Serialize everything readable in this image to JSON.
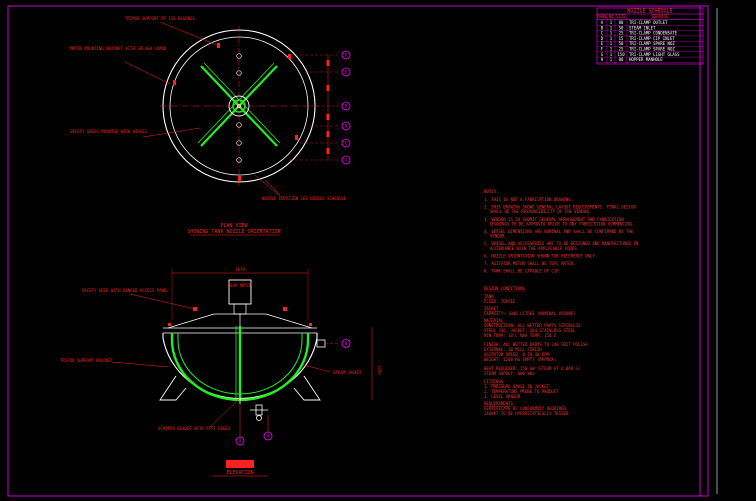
{
  "colors": {
    "background": "#000000",
    "annotation": "#ff2020",
    "outline": "#ffffff",
    "agitator": "#22ee22",
    "frame": "#ff00ff",
    "notes": "#ff3030"
  },
  "nozzle_schedule": {
    "title": "NOZZLE SCHEDULE",
    "headers": [
      "MARK",
      "NO",
      "SIZE",
      "SERVICE"
    ],
    "rows": [
      {
        "mark": "A",
        "no": "1",
        "size": "80",
        "service": "TRI-CLAMP OUTLET"
      },
      {
        "mark": "B",
        "no": "1",
        "size": "50",
        "service": "STEAM INLET"
      },
      {
        "mark": "C",
        "no": "1",
        "size": "25",
        "service": "TRI-CLAMP CONDENSATE"
      },
      {
        "mark": "D",
        "no": "1",
        "size": "15",
        "service": "TRI-CLAMP CIP INLET"
      },
      {
        "mark": "E",
        "no": "1",
        "size": "50",
        "service": "TRI-CLAMP SPARE NOZ"
      },
      {
        "mark": "F",
        "no": "1",
        "size": "25",
        "service": "TRI-CLAMP SPARE NOZ"
      },
      {
        "mark": "G",
        "no": "1",
        "size": "150",
        "service": "TRI-CLAMP LIGHT GLASS"
      },
      {
        "mark": "H",
        "no": "1",
        "size": "80",
        "service": "HOPPER MANHOLE"
      }
    ]
  },
  "plan_view": {
    "title": "PLAN VIEW",
    "subtitle": "SHOWING TANK NOZZLE ORIENTATION",
    "callouts": [
      "TRIPOD SUPPORT AT 120 DEGREES",
      "MOTOR MOUNTING BRACKET WITH SPLASH GUARD",
      "SAFETY GRIDS MOUNTED WITH HINGES",
      "NOZZLE LOCATION SEE NOZZLE SCHEDULE"
    ],
    "markers": [
      "F",
      "E",
      "D",
      "B",
      "C",
      "G"
    ]
  },
  "elevation": {
    "overall_dim": "1870",
    "height_dim": "1250",
    "callouts": {
      "motor": "GEAR MOTOR",
      "safety": "SAFETY GRID WITH HINGED ACCESS PANEL",
      "support": "TRIPOD SUPPORT BRACKET",
      "jacket": "STEAM JACKET",
      "scraper": "SCRAPER BLADES WITH PTFE EDGES"
    },
    "markers": [
      "A",
      "B",
      "H"
    ],
    "title": "ELEVATION"
  },
  "notes": {
    "heading": "NOTES:",
    "items": [
      "1. THIS IS NOT A FABRICATION DRAWING.",
      "2. THIS DRAWING SHOWS GENERAL LAYOUT REQUIREMENTS. FINAL DESIGN SHALL BE THE RESPONSIBILITY OF THE VENDOR.",
      "3. VENDOR IS TO SUBMIT GENERAL ARRANGEMENT AND FABRICATION DRAWINGS TO BE APPROVED PRIOR TO ANY FABRICATION COMMENCING.",
      "4. VESSEL DIMENSIONS ARE NOMINAL AND SHALL BE CONFIRMED BY THE VENDOR.",
      "5. VESSEL AND ACCESSORIES ARE TO BE DESIGNED AND MANUFACTURED IN ACCORDANCE WITH THE APPLICABLE CODES.",
      "6. NOZZLE ORIENTATION SHOWN FOR REFERENCE ONLY.",
      "7. AGITATOR MOTOR SHALL BE TEFC RATED.",
      "8. TANK SHALL BE CAPABLE OF CIP."
    ]
  },
  "design": {
    "heading": "DESIGN CONDITIONS",
    "tank_label": "TANK",
    "tank_lines": [
      "FLUID: TOFFEE"
    ],
    "jacket_label": "JACKET",
    "jacket_lines": [
      "CAPACITY: 1000 LITRES (NOMINAL VOLUME)"
    ],
    "material_label": "MATERIAL",
    "material_lines": [
      "CONSTRUCTION: ALL WETTED PARTS STAINLESS",
      "STEEL 316. JACKET: 304 STAINLESS STEEL",
      "MIN TEMP: 10 C   MAX TEMP: 150 C"
    ],
    "finish_lines": [
      "FINISH: ALL WETTED PARTS TO 240 GRIT POLISH",
      "EXTERNAL: 2B MILL FINISH",
      "AGITATOR SPEED: 0 TO 40 RPM",
      "WEIGHT: 1200 KG EMPTY (APPROX)"
    ],
    "heat_line": "HEAT REQUIRED: 150 kW (STEAM AT 6 BAR G)",
    "steam_line": "STEAM SUPPLY: 600 kPa",
    "fittings_label": "FITTINGS",
    "fittings_lines": [
      "1. PRESSURE GAUGE TO JACKET",
      "2. TEMPERATURE PROBE TO PRODUCT",
      "3. LEVEL SENSOR"
    ],
    "extra_label": "REQUIREMENTS",
    "extra_lines": [
      "CERTIFICATE OF CONFORMITY REQUIRED",
      "JACKET TO BE HYDROSTATICALLY TESTED"
    ]
  }
}
